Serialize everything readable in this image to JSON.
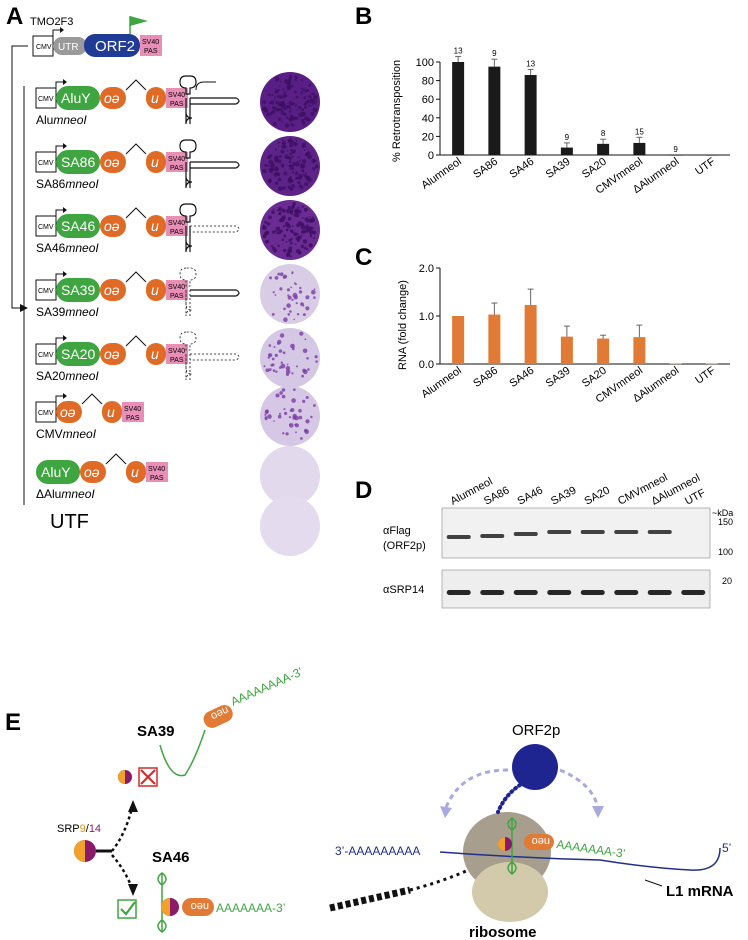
{
  "panels": {
    "A": "A",
    "B": "B",
    "C": "C",
    "D": "D",
    "E": "E"
  },
  "panelA": {
    "top_construct": {
      "name": "TMO2F3",
      "cmv": "CMV",
      "utr": "UTR",
      "orf2": "ORF2",
      "pas1": "SV40",
      "pas2": "PAS"
    },
    "rows": [
      {
        "label_pre": "Alu",
        "label_it": "mneoI",
        "box": "AluY",
        "box_color": "#3fa540",
        "has_cmv": true,
        "plate_color": "#5a1f86",
        "density": "dense"
      },
      {
        "label_pre": "SA86",
        "label_it": "mneoI",
        "box": "SA86",
        "box_color": "#3fa540",
        "has_cmv": true,
        "plate_color": "#5d2388",
        "density": "dense"
      },
      {
        "label_pre": "SA46",
        "label_it": "mneoI",
        "box": "SA46",
        "box_color": "#3fa540",
        "has_cmv": true,
        "plate_color": "#6a2b93",
        "density": "dense"
      },
      {
        "label_pre": "SA39",
        "label_it": "mneoI",
        "box": "SA39",
        "box_color": "#3fa540",
        "has_cmv": true,
        "plate_color": "#d9cde6",
        "density": "sparse"
      },
      {
        "label_pre": "SA20",
        "label_it": "mneoI",
        "box": "SA20",
        "box_color": "#3fa540",
        "has_cmv": true,
        "plate_color": "#d5c8e4",
        "density": "sparse"
      },
      {
        "label_pre": "CMV",
        "label_it": "mneoI",
        "box": "",
        "box_color": "",
        "has_cmv": true,
        "plate_color": "#d6c7e5",
        "density": "sparse"
      },
      {
        "label_pre": "ΔAlu",
        "label_it": "mneoI",
        "box": "AluY",
        "box_color": "#3fa540",
        "has_cmv": false,
        "plate_color": "#e2d9ec",
        "density": "none"
      }
    ],
    "neo_left": "oə",
    "neo_right": "u",
    "cmv": "CMV",
    "pas1": "SV40",
    "pas2": "PAS",
    "utf_label": "UTF",
    "utf_plate_color": "#e4dcee"
  },
  "chart_data": [
    {
      "type": "bar",
      "panel": "B",
      "categories": [
        "Alumneol",
        "SA86",
        "SA46",
        "SA39",
        "SA20",
        "CMVmneol",
        "ΔAlumneol",
        "UTF"
      ],
      "values": [
        100,
        95,
        86,
        8,
        12,
        13,
        0,
        0
      ],
      "errors": [
        6,
        8,
        6,
        5,
        5,
        6,
        0,
        0
      ],
      "n_labels": [
        "13",
        "9",
        "13",
        "9",
        "8",
        "15",
        "9",
        ""
      ],
      "ylabel": "% Retrotransposition",
      "ylim": [
        0,
        100
      ],
      "yticks": [
        "0",
        "20",
        "40",
        "60",
        "80",
        "100"
      ],
      "color": "#1a1a1a"
    },
    {
      "type": "bar",
      "panel": "C",
      "categories": [
        "Alumneol",
        "SA86",
        "SA46",
        "SA39",
        "SA20",
        "CMVmneol",
        "ΔAlumneol",
        "UTF"
      ],
      "values": [
        1.0,
        1.03,
        1.23,
        0.57,
        0.53,
        0.56,
        0.01,
        0.01
      ],
      "errors": [
        0.0,
        0.24,
        0.33,
        0.22,
        0.07,
        0.25,
        0.0,
        0.0
      ],
      "ylabel": "RNA (fold change)",
      "ylim": [
        0,
        2.0
      ],
      "yticks": [
        "0.0",
        "1.0",
        "2.0"
      ],
      "color": "#e07a35"
    }
  ],
  "panelD": {
    "lanes": [
      "Alumneol",
      "SA86",
      "SA46",
      "SA39",
      "SA20",
      "CMVmneol",
      "ΔAlumneol",
      "UTF"
    ],
    "kda": "~kDa",
    "blot1_label1": "αFlag",
    "blot1_label2": "(ORF2p)",
    "blot1_markers": [
      "150",
      "100"
    ],
    "blot2_label": "αSRP14",
    "blot2_marker": "20"
  },
  "panelE": {
    "sa39": "SA39",
    "sa46": "SA46",
    "srp": "SRP",
    "srp9": "9",
    "slash": "/",
    "srp14": "14",
    "polyA_top": "AAAAAAAA-3’",
    "polyA_mid": "AAAAAAA-3’",
    "polyA_ribo": "AAAAAAA-3’",
    "three_prime": "3’-AAAAAAAAA",
    "five_prime": "5’",
    "orf2p": "ORF2p",
    "ribosome": "ribosome",
    "l1mrna": "L1 mRNA",
    "neo": "neo"
  }
}
